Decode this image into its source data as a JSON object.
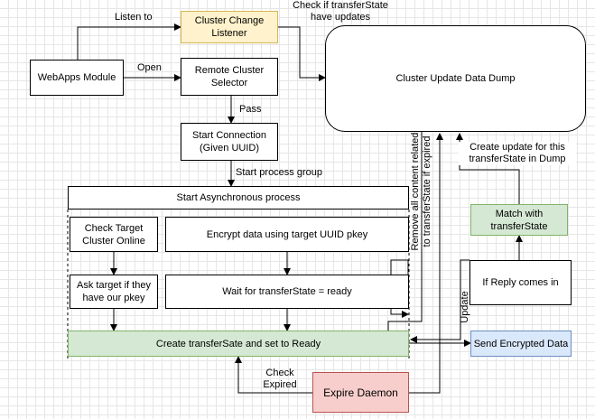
{
  "nodes": {
    "webapps": "WebApps Module",
    "listener": "Cluster Change\nListener",
    "selector": "Remote Cluster\nSelector",
    "start_connection": "Start Connection\n(Given UUID)",
    "async": "Start Asynchronous process",
    "check_target": "Check Target\nCluster Online",
    "encrypt": "Encrypt data using target UUID pkey",
    "ask_target": "Ask target if they\nhave our pkey",
    "wait": "Wait for transferState = ready",
    "create_transfer": "Create transferSate and set to Ready",
    "send": "Send Encrypted Data",
    "expire": "Expire Daemon",
    "dump": "Cluster Update Data Dump",
    "match": "Match with\ntransferState",
    "reply": "If Reply comes in"
  },
  "labels": {
    "listen_to": "Listen to",
    "check_transfer": "Check if transferState\nhave updates",
    "open": "Open",
    "pass": "Pass",
    "start_group": "Start process group",
    "create_update": "Create update for this\ntransferState in Dump",
    "remove_content": "Remove all content related\nto transferState if expired",
    "update": "Update",
    "check_expired": "Check\nExpired"
  },
  "colors": {
    "yellow_fill": "#fff2cc",
    "green_fill": "#d5e8d4",
    "blue_fill": "#dae8fc",
    "red_fill": "#f8cecc"
  }
}
